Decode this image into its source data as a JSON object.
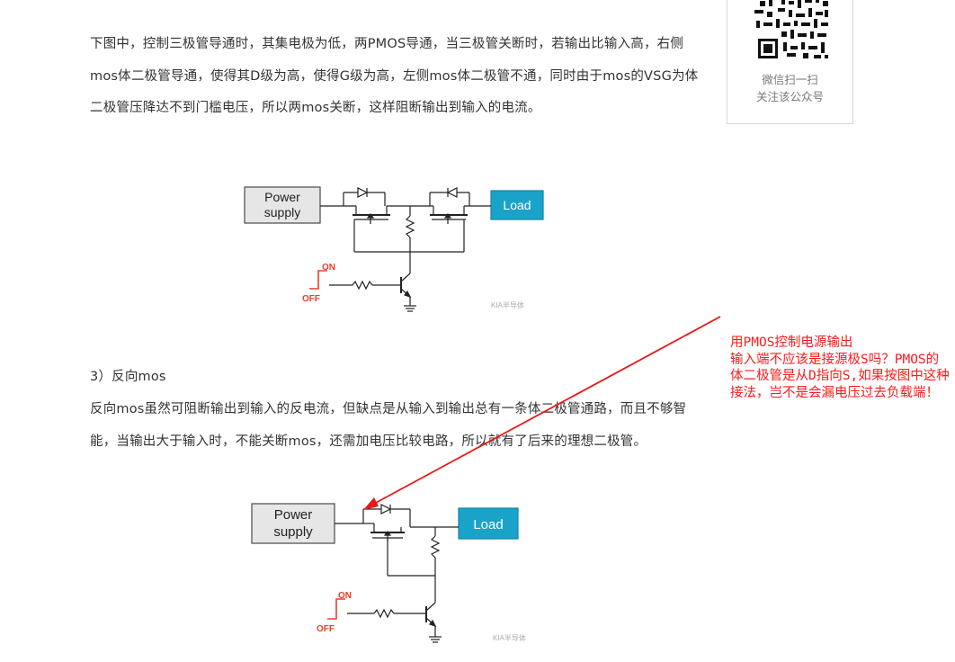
{
  "article": {
    "para1": "下图中，控制三极管导通时，其集电极为低，两PMOS导通，当三极管关断时，若输出比输入高，右侧mos体二极管导通，使得其D级为高，使得G级为高，左侧mos体二极管不通，同时由于mos的VSG为体二极管压降达不到门槛电压，所以两mos关断，这样阻断输出到输入的电流。",
    "heading": "3）反向mos",
    "para2": "反向mos虽然可阻断输出到输入的反电流，但缺点是从输入到输出总有一条体二极管通路，而且不够智能，当输出大于输入时，不能关断mos，还需加电压比较电路，所以就有了后来的理想二极管。"
  },
  "sidebar": {
    "qr_caption_1": "微信扫一扫",
    "qr_caption_2": "关注该公众号"
  },
  "diagram1": {
    "power_label_1": "Power",
    "power_label_2": "supply",
    "load_label": "Load",
    "on_label": "ON",
    "off_label": "OFF",
    "watermark": "KIA半导体"
  },
  "diagram2": {
    "power_label_1": "Power",
    "power_label_2": "supply",
    "load_label": "Load",
    "on_label": "ON",
    "off_label": "OFF",
    "watermark": "KIA半导体"
  },
  "annotation": {
    "text": "用PMOS控制电源输出\n输入端不应该是接源极S吗？PMOS的体二极管是从D指向S,如果按图中这种接法，岂不是会漏电压过去负载端！",
    "color": "#ff1a1a"
  },
  "colors": {
    "load_fill": "#1aa3c9",
    "power_fill": "#e6e6e6",
    "wire": "#222222",
    "on_off": "#e8402a"
  }
}
